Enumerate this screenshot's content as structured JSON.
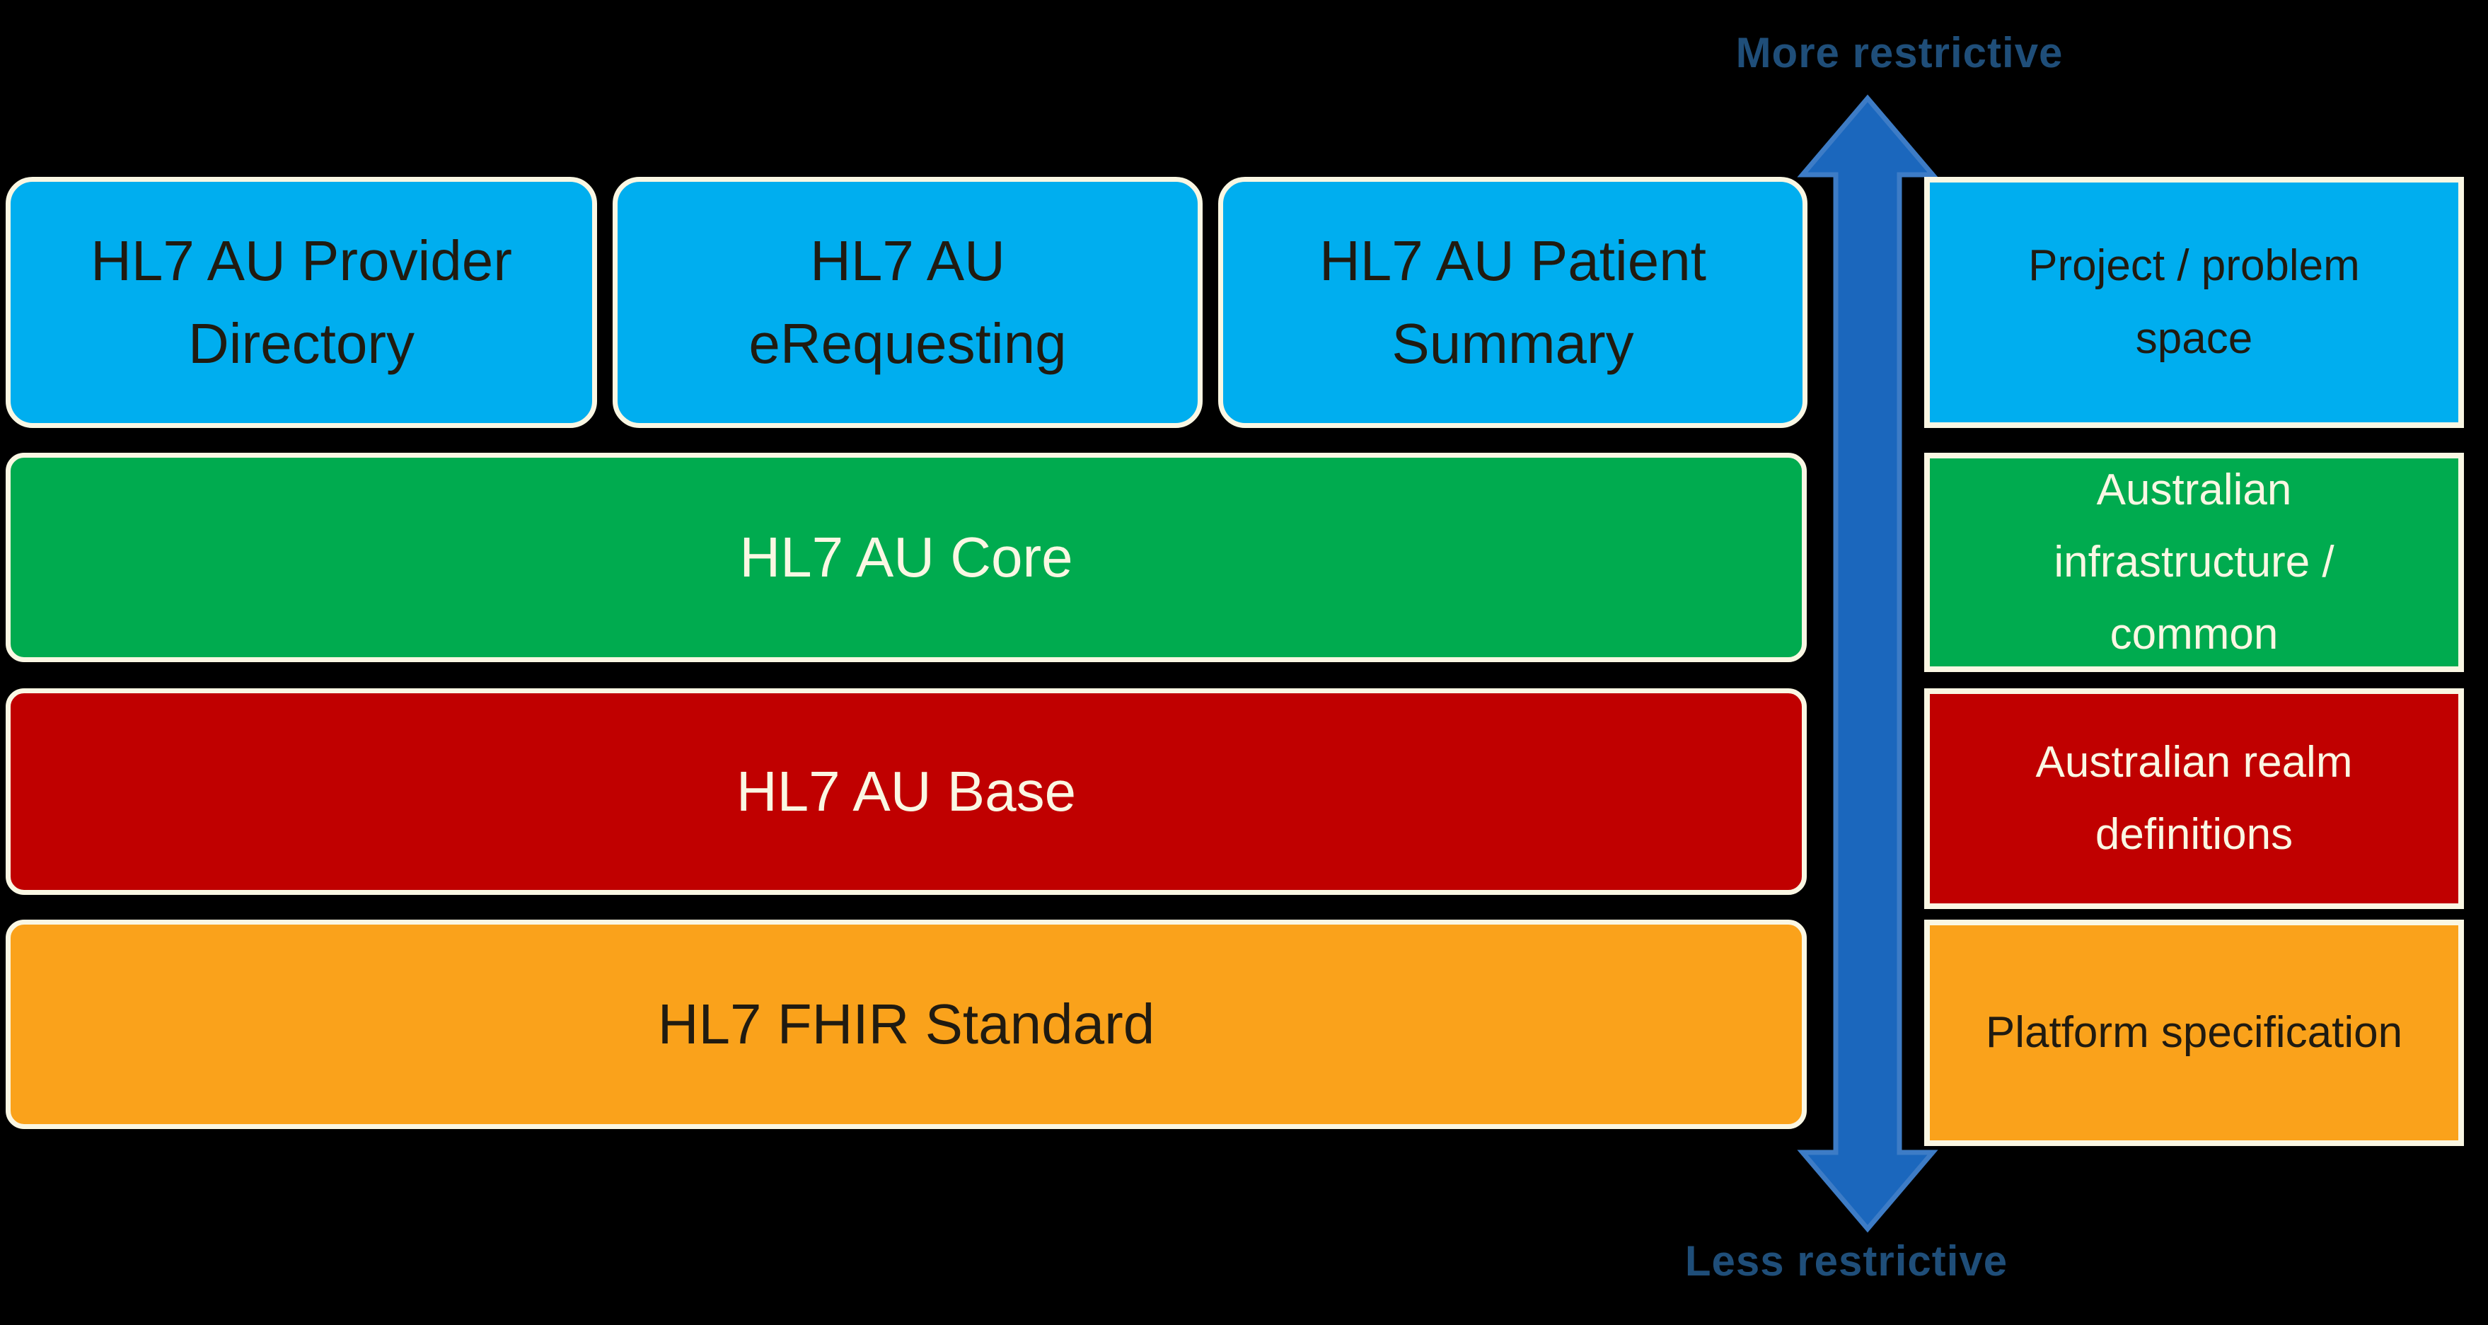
{
  "colors": {
    "background": "#000000",
    "box_blue": "#00AEEF",
    "box_green": "#00AB4F",
    "box_red": "#C00000",
    "box_orange": "#FAA21B",
    "border_cream": "#FAF7E3",
    "text_dark": "#201B11",
    "text_cream": "#FAF7E3",
    "arrow_fill": "#1B67BD",
    "arrow_stroke": "#3D7CC6",
    "axis_text": "#1F4E79"
  },
  "arrow": {
    "top_label": "More restrictive",
    "bottom_label": "Less restrictive"
  },
  "diagram": {
    "top_row": [
      {
        "label": "HL7 AU Provider\nDirectory"
      },
      {
        "label": "HL7 AU\neRequesting"
      },
      {
        "label": "HL7 AU Patient\nSummary"
      }
    ],
    "stack_rows": [
      {
        "label": "HL7 AU Core"
      },
      {
        "label": "HL7 AU Base"
      },
      {
        "label": "HL7 FHIR Standard"
      }
    ],
    "right_column": [
      {
        "label": "Project / problem\nspace"
      },
      {
        "label": "Australian\ninfrastructure /\ncommon"
      },
      {
        "label": "Australian realm\ndefinitions"
      },
      {
        "label": "Platform specification"
      }
    ]
  }
}
